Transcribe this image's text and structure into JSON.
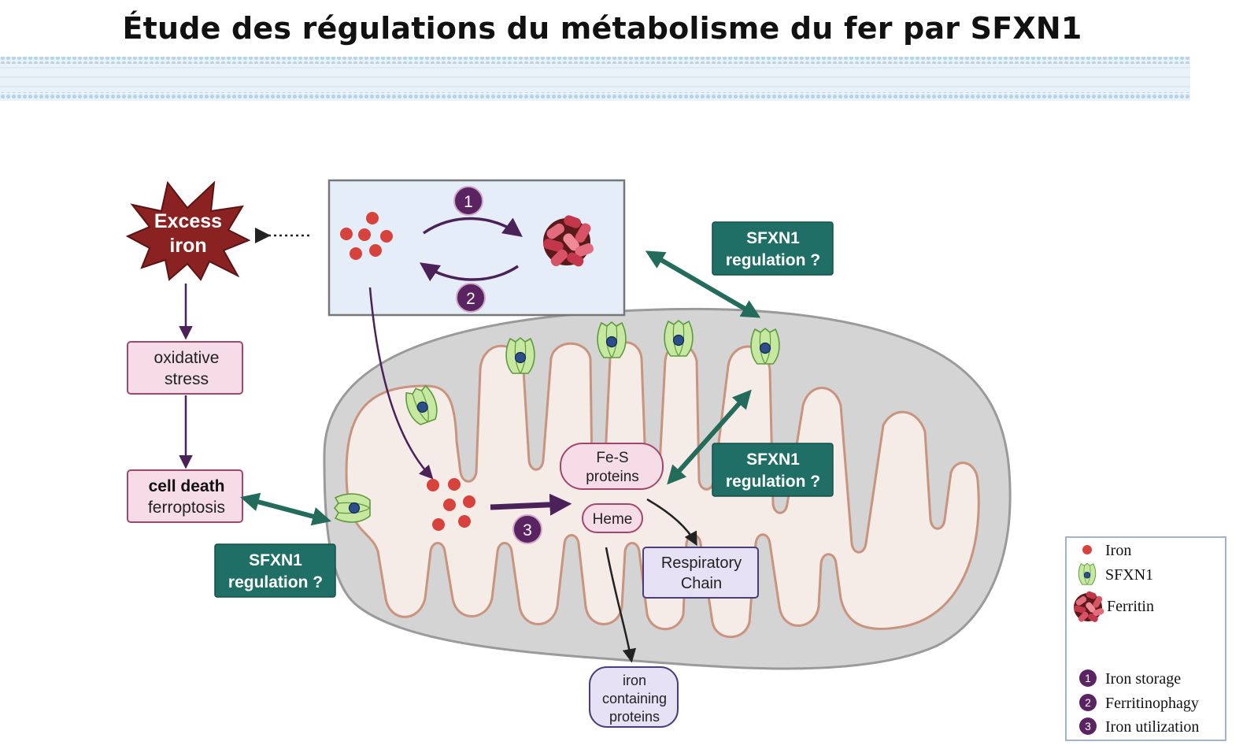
{
  "title": "Étude des régulations du métabolisme du fer par SFXN1",
  "colors": {
    "purple": "#5a2462",
    "teal": "#1f6f66",
    "iron_red": "#d8423c",
    "excess_iron": "#8b2222",
    "pink_box": "#f6dce6",
    "pink_border": "#a3466e",
    "lavender_box": "#e6e1f4",
    "mito_outer": "#d3d3d3",
    "mito_inner": "#f6ece7",
    "sfxn1_green": "#b8e08a"
  },
  "nodes": {
    "excess_iron": {
      "line1": "Excess",
      "line2": "iron"
    },
    "oxidative_stress": {
      "line1": "oxidative",
      "line2": "stress"
    },
    "cell_death": {
      "line1": "cell death",
      "line2": "ferroptosis"
    },
    "fe_s": {
      "line1": "Fe-S",
      "line2": "proteins"
    },
    "heme": {
      "label": "Heme"
    },
    "respiratory_chain": {
      "line1": "Respiratory",
      "line2": "Chain"
    },
    "iron_proteins": {
      "line1": "iron",
      "line2": "containing",
      "line3": "proteins"
    }
  },
  "steps": {
    "one": "1",
    "two": "2",
    "three": "3"
  },
  "regulation_boxes": [
    {
      "line1": "SFXN1",
      "line2": "regulation ?"
    },
    {
      "line1": "SFXN1",
      "line2": "regulation ?"
    },
    {
      "line1": "SFXN1",
      "line2": "regulation ?"
    }
  ],
  "legend": {
    "iron": "Iron",
    "sfxn1": "SFXN1",
    "ferritin": "Ferritin",
    "items": [
      {
        "num": "1",
        "label": "Iron storage"
      },
      {
        "num": "2",
        "label": "Ferritinophagy"
      },
      {
        "num": "3",
        "label": "Iron utilization"
      }
    ]
  }
}
